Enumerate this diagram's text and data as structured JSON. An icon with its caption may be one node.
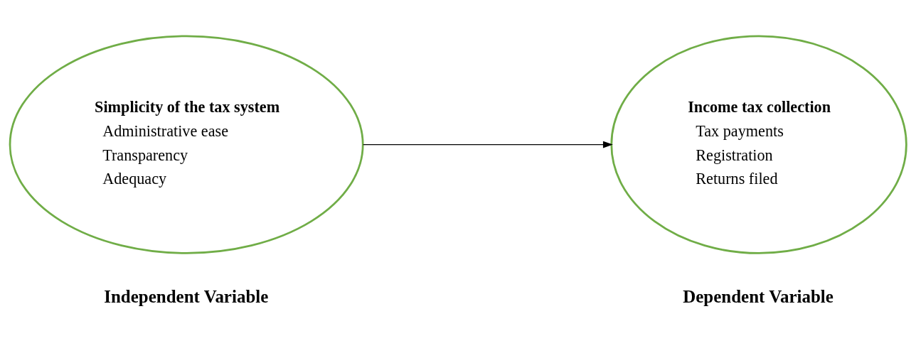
{
  "diagram": {
    "nodes": [
      {
        "text": [
          "Simplicity of the tax system",
          "Administrative ease",
          "Transparency",
          "Adequacy"
        ],
        "beside": [
          "Independent Variable"
        ]
      },
      {
        "text": [
          "Income tax collection",
          "Tax payments",
          "Registration",
          "Returns filed"
        ],
        "beside": [
          "Dependent Variable"
        ]
      }
    ],
    "edges": [
      {
        "from": 0,
        "to": 1,
        "arrow": "to"
      }
    ]
  }
}
